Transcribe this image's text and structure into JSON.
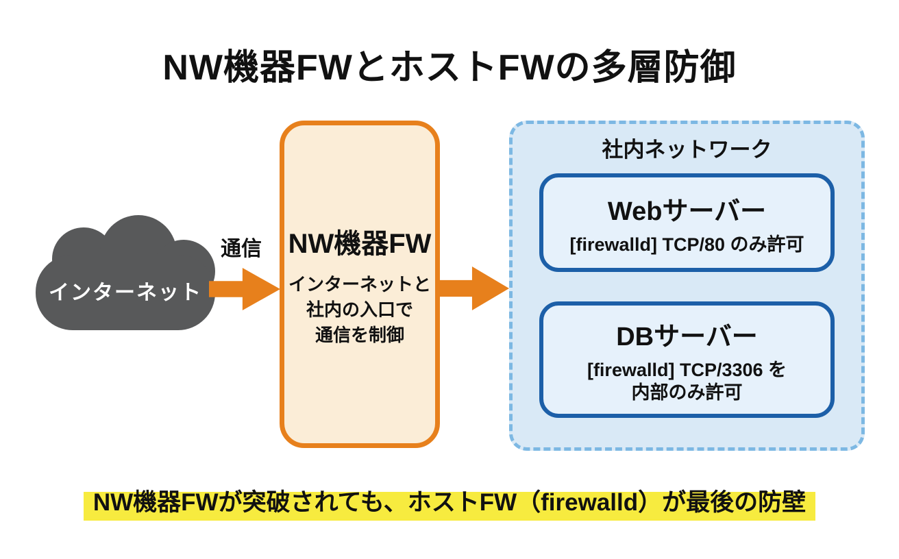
{
  "title": "NW機器FWとホストFWの多層防御",
  "internet": {
    "label": "インターネット"
  },
  "traffic_label": "通信",
  "nw_fw": {
    "title": "NW機器FW",
    "description_lines": [
      "インターネットと",
      "社内の入口で",
      "通信を制御"
    ]
  },
  "internal_network": {
    "title": "社内ネットワーク",
    "servers": [
      {
        "name": "Webサーバー",
        "rule_lines": [
          "[firewalld] TCP/80 のみ許可"
        ]
      },
      {
        "name": "DBサーバー",
        "rule_lines": [
          "[firewalld] TCP/3306 を",
          "内部のみ許可"
        ]
      }
    ]
  },
  "footer": {
    "text": "NW機器FWが突破されても、ホストFW（firewalld）が最後の防壁"
  },
  "colors": {
    "accent_orange": "#E7801C",
    "nw_box_fill": "#FBEDD7",
    "cloud_gray": "#58595A",
    "network_fill": "#D9E9F6",
    "network_border": "#7DB8E3",
    "server_fill": "#E6F1FB",
    "server_border": "#1C5FA8",
    "highlight_yellow": "#F7EB3F",
    "text": "#111111"
  }
}
